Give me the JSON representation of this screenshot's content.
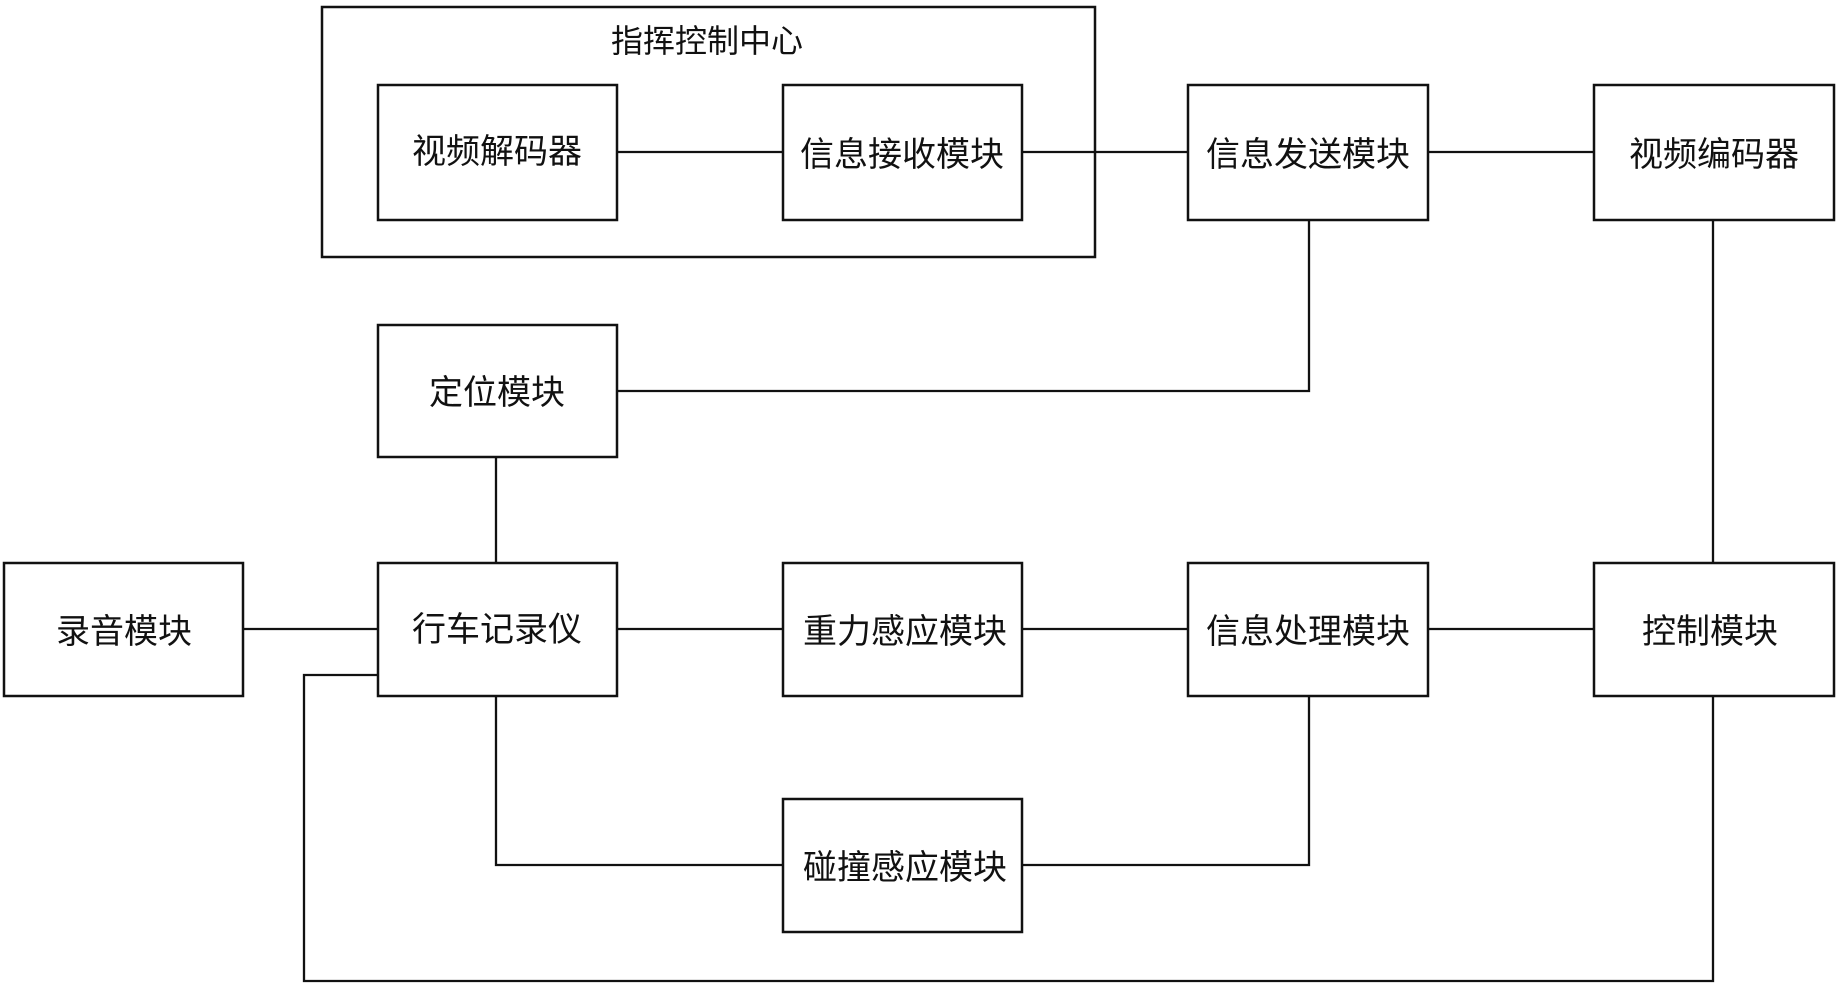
{
  "diagram": {
    "container_title": "指挥控制中心",
    "nodes": {
      "video_decoder": "视频解码器",
      "info_receive": "信息接收模块",
      "info_send": "信息发送模块",
      "video_encoder": "视频编码器",
      "positioning": "定位模块",
      "recording": "录音模块",
      "dashcam": "行车记录仪",
      "gravity_sensor": "重力感应模块",
      "info_processing": "信息处理模块",
      "control": "控制模块",
      "collision_sensor": "碰撞感应模块"
    },
    "connections": [
      [
        "video_decoder",
        "info_receive"
      ],
      [
        "info_receive",
        "info_send"
      ],
      [
        "info_send",
        "video_encoder"
      ],
      [
        "info_send",
        "positioning"
      ],
      [
        "video_encoder",
        "control"
      ],
      [
        "positioning",
        "dashcam"
      ],
      [
        "recording",
        "dashcam"
      ],
      [
        "dashcam",
        "gravity_sensor"
      ],
      [
        "gravity_sensor",
        "info_processing"
      ],
      [
        "info_processing",
        "control"
      ],
      [
        "dashcam",
        "collision_sensor"
      ],
      [
        "collision_sensor",
        "info_processing"
      ],
      [
        "control",
        "dashcam"
      ]
    ]
  }
}
